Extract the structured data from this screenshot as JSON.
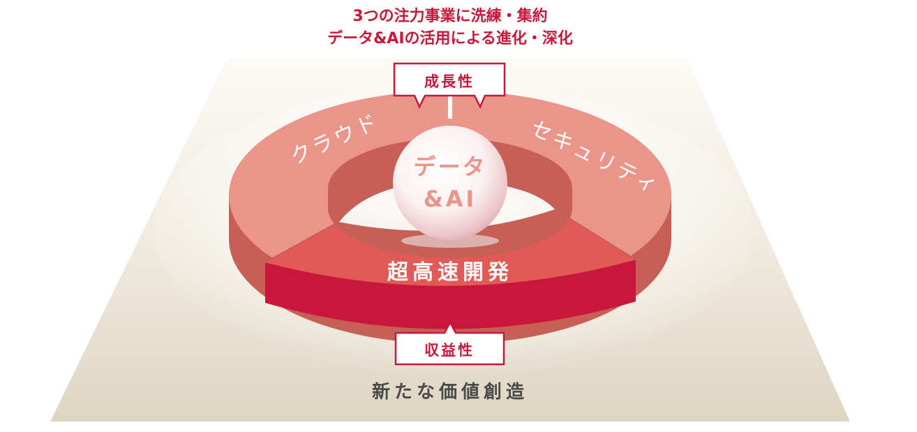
{
  "header": {
    "line1": "3つの注力事業に洗練・集約",
    "line2": "データ&AIの活用による進化・深化"
  },
  "core": {
    "line1": "データ",
    "line2": "&AI"
  },
  "segments": {
    "left": "クラウド",
    "right": "セキュリティ",
    "bottom": "超高速開発"
  },
  "badges": {
    "top": "成長性",
    "bottom": "収益性"
  },
  "footer": {
    "label": "新たな価値創造"
  },
  "colors": {
    "accent_red": "#c8173a",
    "ring_light": "#eb948a",
    "ring_side": "#c65f56",
    "ring_bottom": "#e25a56",
    "ring_bottom_side": "#c8173a",
    "header_text": "#c8173a",
    "footer_text": "#4a4a4a",
    "platform_light": "#fbf8f1",
    "platform_dark": "#e1d9c8"
  }
}
